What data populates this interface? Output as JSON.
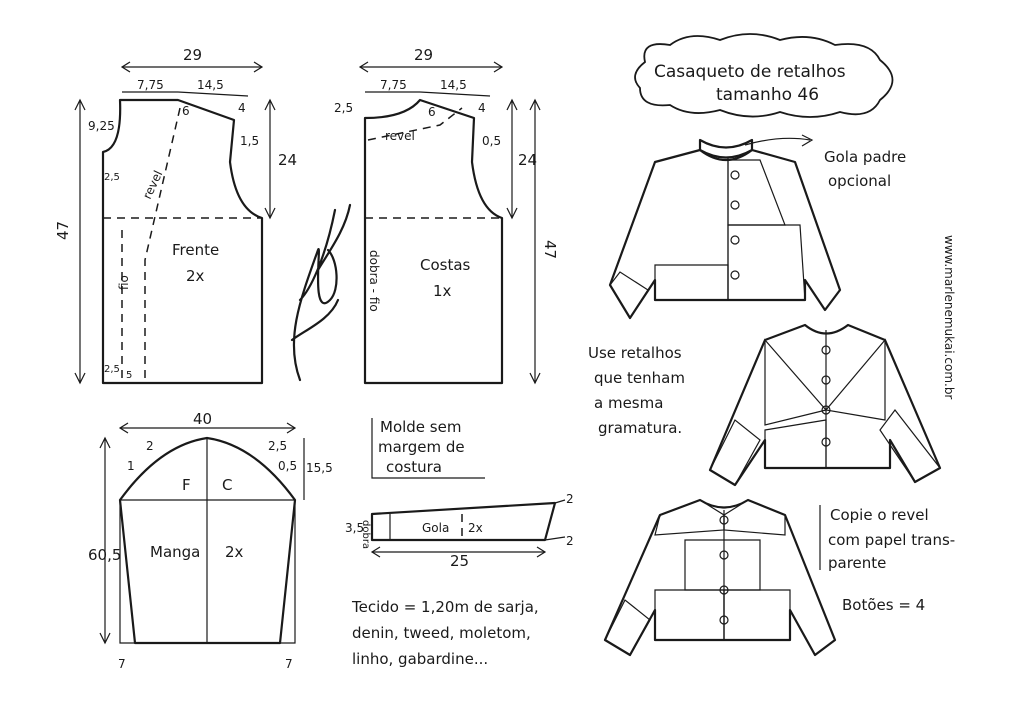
{
  "front": {
    "width": "29",
    "neck_width": "7,75",
    "shoulder": "14,5",
    "neck_drop": "9,25",
    "shoulder_drop_small": "6",
    "shoulder_drop": "4",
    "armhole_offset": "1,5",
    "armhole_depth": "24",
    "length": "47",
    "side_tick": "2,5",
    "facing_label": "revel",
    "fold_label": "fio",
    "piece_name": "Frente",
    "piece_count": "2x",
    "hem_offset": "2,5",
    "facing_width": "5"
  },
  "back": {
    "width": "29",
    "neck_width": "7,75",
    "shoulder": "14,5",
    "neck_drop": "2,5",
    "shoulder_drop_small": "6",
    "shoulder_drop": "4",
    "armhole_offset": "0,5",
    "armhole_depth": "24",
    "length": "47",
    "facing_label": "revel",
    "fold_label": "dobra - fio",
    "piece_name": "Costas",
    "piece_count": "1x"
  },
  "sleeve": {
    "width": "40",
    "cap_left": "2",
    "cap_right": "2,5",
    "cap_left_small": "1",
    "cap_right_small": "0,5",
    "cap_height": "15,5",
    "length": "60,5",
    "front_letter": "F",
    "back_letter": "C",
    "piece_name": "Manga",
    "piece_count": "2x",
    "cuff_left": "7",
    "cuff_right": "7"
  },
  "collar": {
    "piece_name": "Gola",
    "piece_count": "2x",
    "length": "25",
    "height": "3,5",
    "fold_label": "dobra",
    "rise_left": "2",
    "rise_right": "2"
  },
  "notes": {
    "no_seam_allowance": [
      "Molde sem",
      "margem de",
      "costura"
    ],
    "fabric": [
      "Tecido = 1,20m de sarja,",
      "denin, tweed, moletom,",
      "linho, gabardine..."
    ],
    "patches": [
      "Use retalhos",
      "que tenham",
      "a mesma",
      "gramatura."
    ],
    "copy_facing": [
      "Copie o revel",
      "com papel trans-",
      "parente"
    ],
    "buttons": "Botões = 4",
    "collar_optional": [
      "Gola padre",
      "opcional"
    ]
  },
  "header": {
    "title_line1": "Casaqueto de retalhos",
    "title_line2": "tamanho 46"
  },
  "signature": "Marlene Mukai",
  "website": "www.marlenemukai.com.br",
  "colors": {
    "ink": "#1a1a1a",
    "paper": "#ffffff"
  }
}
